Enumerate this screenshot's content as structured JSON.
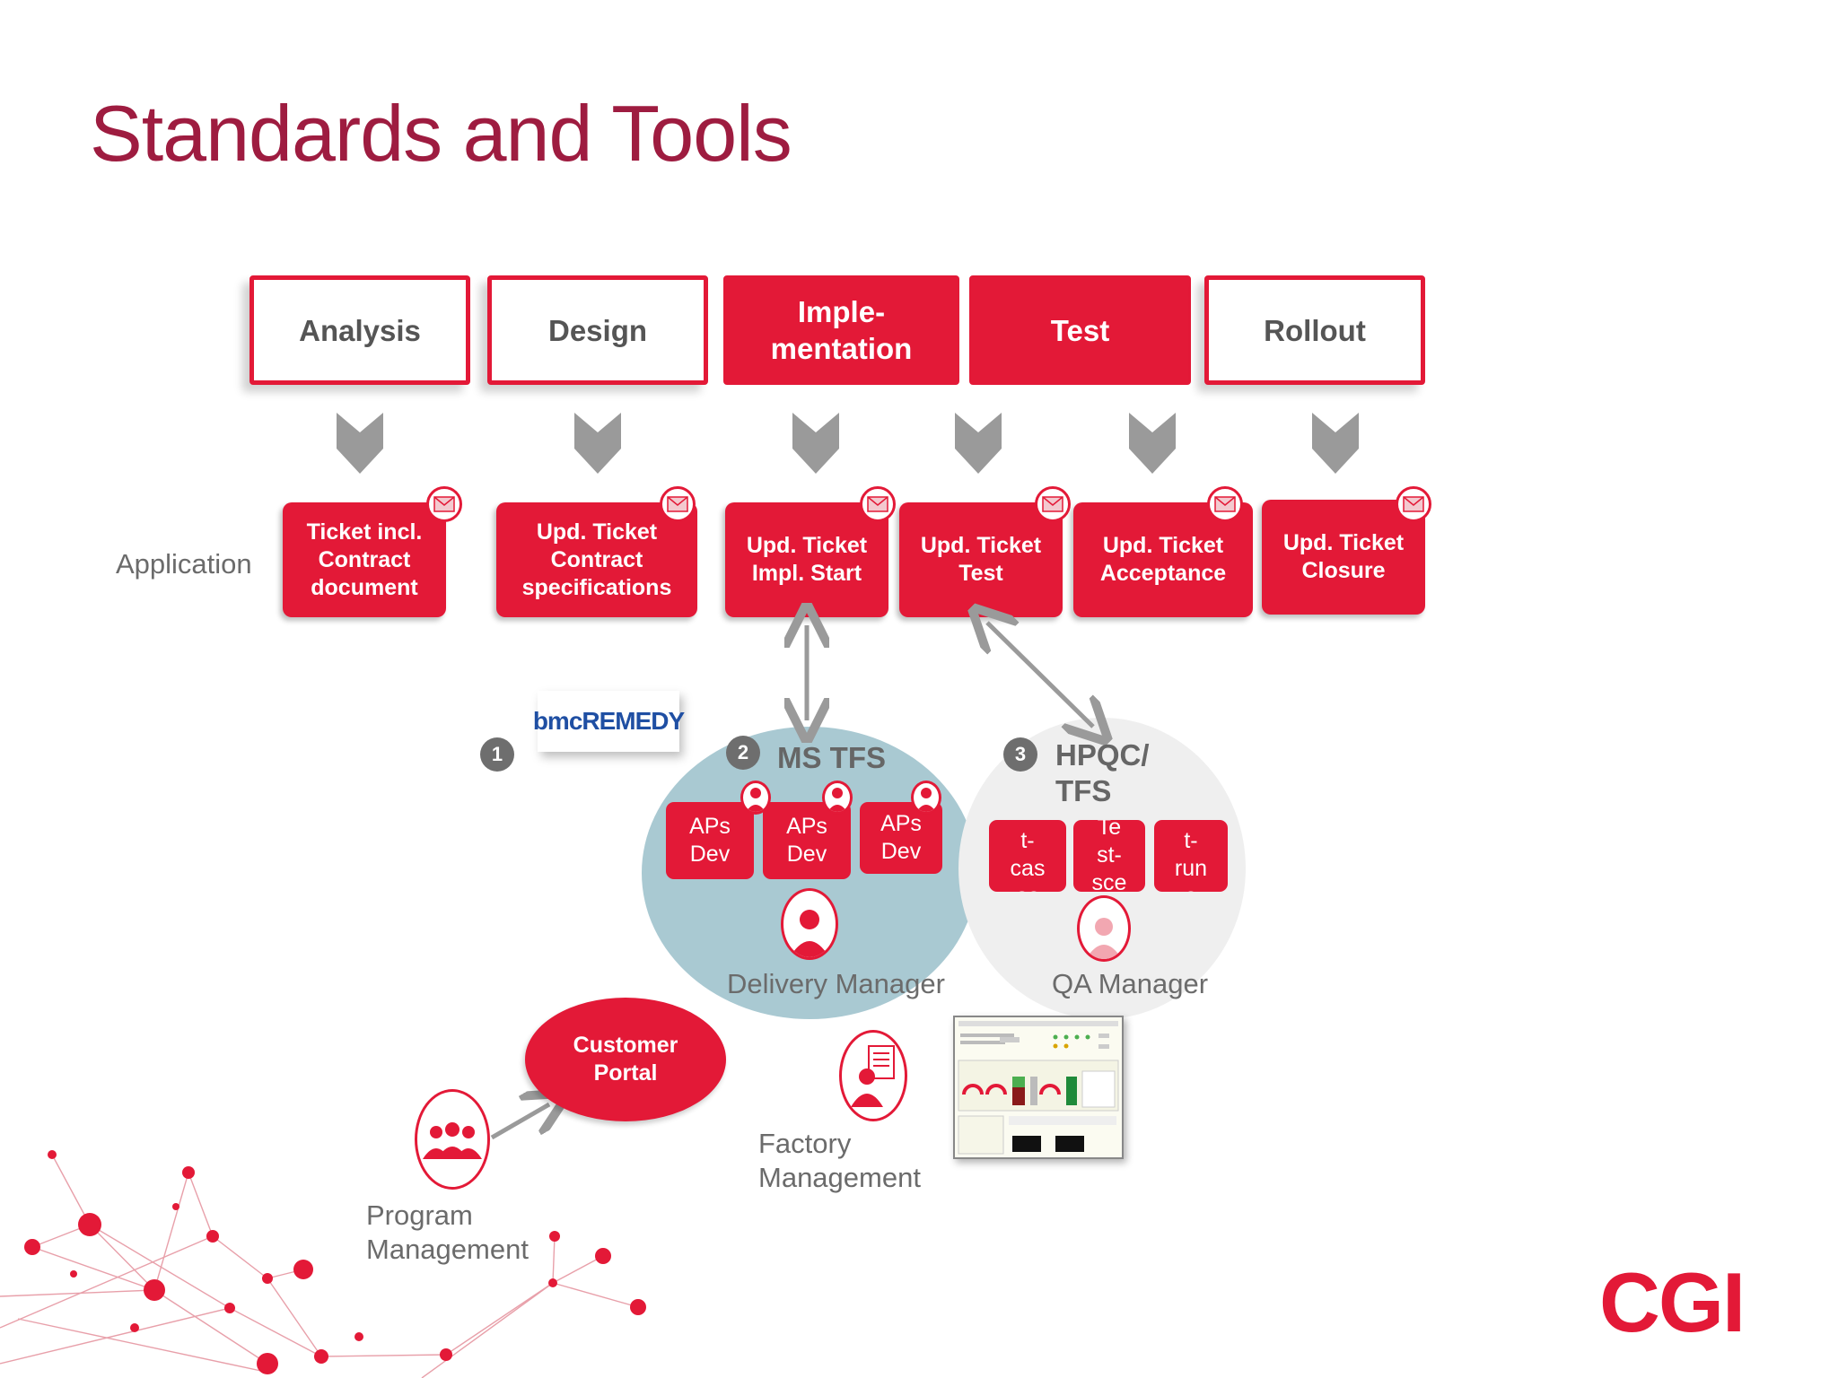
{
  "slide": {
    "title": "Standards and Tools"
  },
  "phases": [
    {
      "label": "Analysis",
      "style": "outline"
    },
    {
      "label": "Design",
      "style": "outline"
    },
    {
      "label": "Imple-\nmentation",
      "style": "solid"
    },
    {
      "label": "Test",
      "style": "solid"
    },
    {
      "label": "Rollout",
      "style": "outline"
    }
  ],
  "row_label": "Application",
  "tickets": [
    {
      "label": "Ticket incl.\nContract\ndocument"
    },
    {
      "label": "Upd. Ticket\nContract\nspecifications"
    },
    {
      "label": "Upd. Ticket\nImpl. Start"
    },
    {
      "label": "Upd. Ticket\nTest"
    },
    {
      "label": "Upd. Ticket\nAcceptance"
    },
    {
      "label": "Upd. Ticket\nClosure"
    }
  ],
  "tools": {
    "tool1": {
      "number": "1",
      "logo_text": "bmcREMEDY"
    },
    "tool2": {
      "number": "2",
      "name": "MS TFS",
      "boxes": [
        "APs\nDev",
        "APs\nDev",
        "APs\nDev"
      ],
      "role": "Delivery Manager"
    },
    "tool3": {
      "number": "3",
      "name": "HPQC/\nTFS",
      "boxes": [
        "Tes\nt-\ncas\nes",
        "Te\nst-\nsce",
        "Tes\nt-\nrun\ns"
      ],
      "role": "QA Manager"
    }
  },
  "customer_portal": "Customer\nPortal",
  "program_management": "Program\nManagement",
  "factory_management": "Factory\nManagement",
  "brand": {
    "logo": "CGI",
    "accent": "#e31937",
    "title_color": "#9e1c40"
  },
  "icons": [
    "chevron-down-icon",
    "mail-icon",
    "person-icon",
    "group-icon",
    "document-person-icon"
  ]
}
